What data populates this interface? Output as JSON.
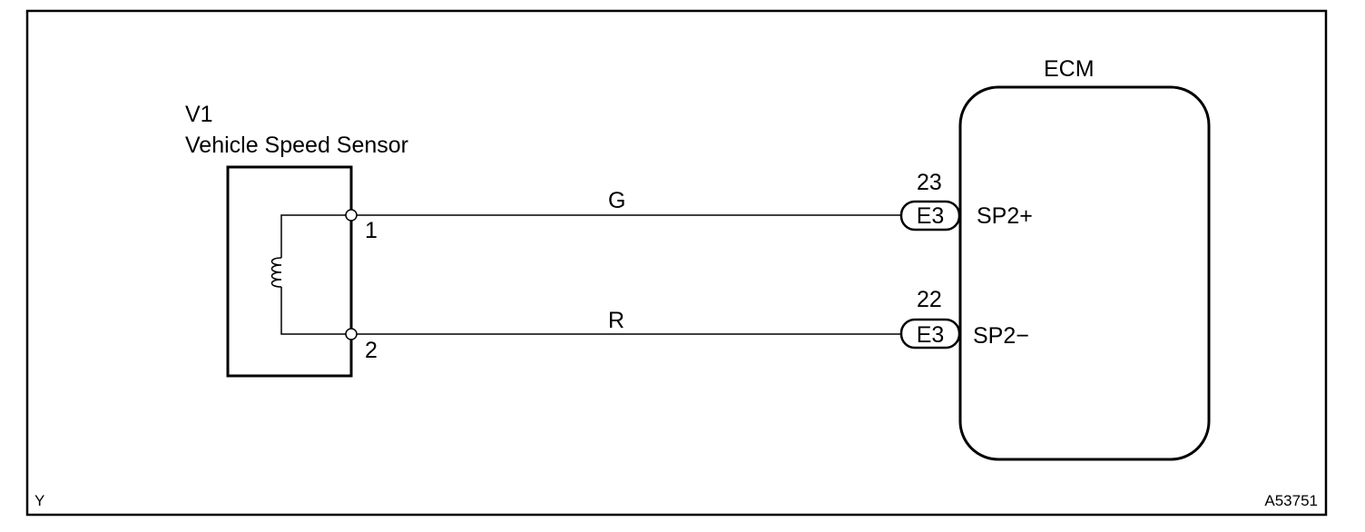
{
  "sensor": {
    "code": "V1",
    "name": "Vehicle Speed Sensor",
    "pins": [
      "1",
      "2"
    ]
  },
  "ecm": {
    "label": "ECM"
  },
  "wires": [
    {
      "color_code": "G",
      "connector": "E3",
      "pin": "23",
      "signal": "SP2+"
    },
    {
      "color_code": "R",
      "connector": "E3",
      "pin": "22",
      "signal": "SP2−"
    }
  ],
  "corner": {
    "left": "Y",
    "right": "A53751"
  }
}
